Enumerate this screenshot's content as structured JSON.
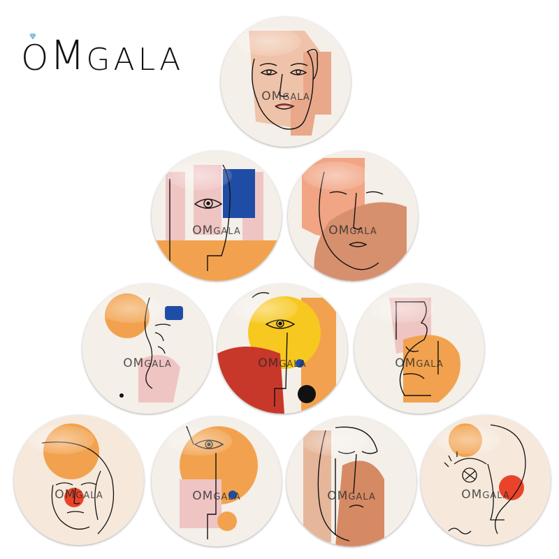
{
  "brand": {
    "o": "O",
    "m": "M",
    "rest": "GALA"
  },
  "watermark": {
    "o": "O",
    "m": "M",
    "rest": "GALA"
  },
  "colors": {
    "peach": "#efc3a9",
    "orange": "#f2a24e",
    "terracotta": "#d68a63",
    "pink": "#efc5c4",
    "blue": "#1f4da6",
    "yellow": "#f7c820",
    "red": "#c8382a",
    "cream": "#f4efe8",
    "line": "#111111"
  }
}
